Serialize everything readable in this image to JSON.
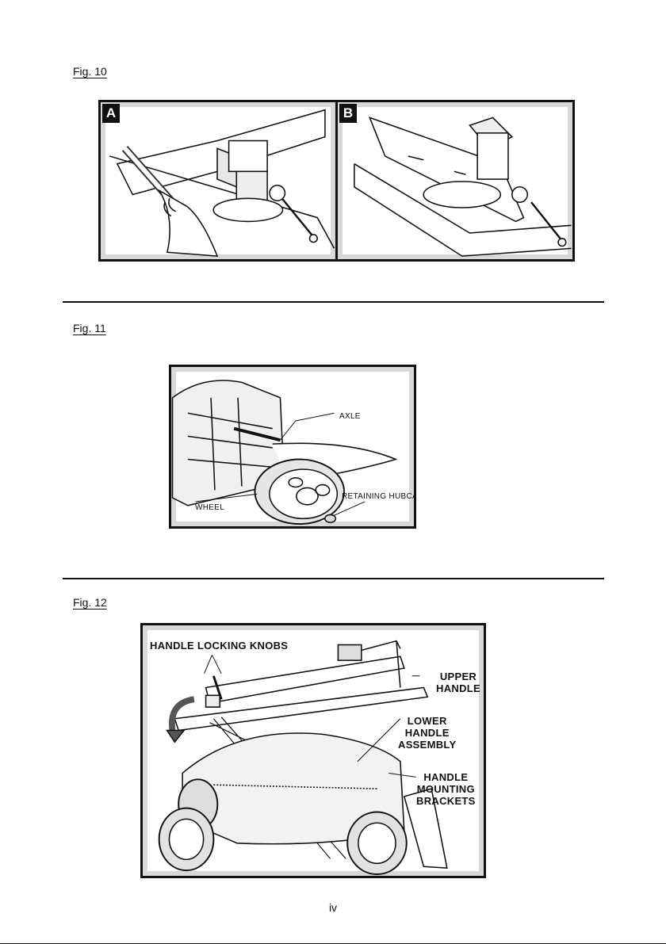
{
  "figures": {
    "fig10": {
      "label": "Fig. 10",
      "panel_a": "A",
      "panel_b": "B"
    },
    "fig11": {
      "label": "Fig. 11",
      "axle": "AXLE",
      "wheel": "WHEEL",
      "retaining_hubcap": "RETAINING HUBCAP"
    },
    "fig12": {
      "label": "Fig. 12",
      "handle_locking_knobs": "HANDLE LOCKING KNOBS",
      "upper_handle_1": "UPPER",
      "upper_handle_2": "HANDLE",
      "lower_handle_1": "LOWER",
      "lower_handle_2": "HANDLE",
      "lower_handle_3": "ASSEMBLY",
      "brackets_1": "HANDLE",
      "brackets_2": "MOUNTING",
      "brackets_3": "BRACKETS"
    }
  },
  "page_number": "iv"
}
